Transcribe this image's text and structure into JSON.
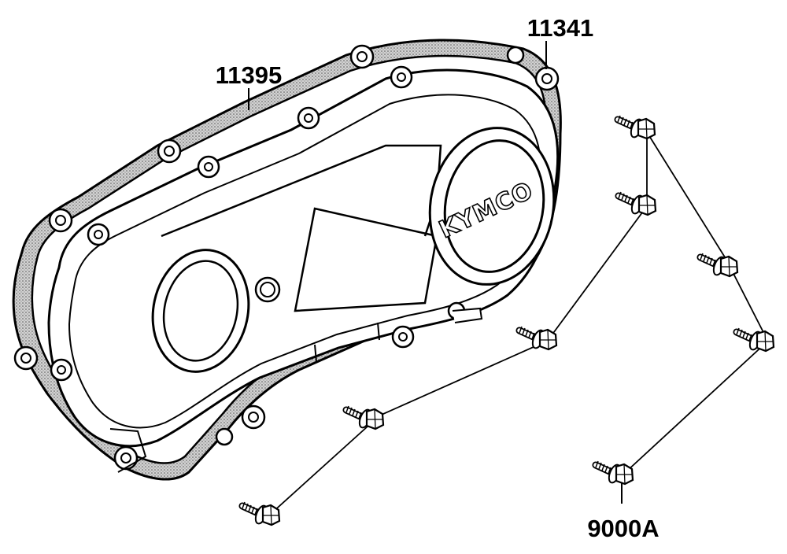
{
  "labels": {
    "cover": "11395",
    "gasket": "11341",
    "bolt": "9000A"
  },
  "logo_text": "KYMCO",
  "colors": {
    "ink": "#000000",
    "gasket_fill": "#c8c8c8",
    "paper": "#ffffff"
  }
}
